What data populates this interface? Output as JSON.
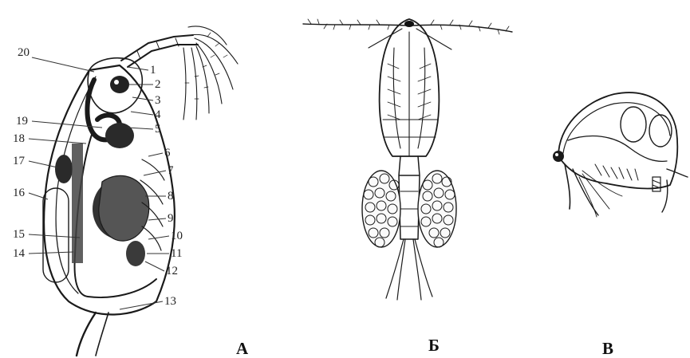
{
  "figure": {
    "panels": [
      {
        "id": "panel-a",
        "letter": "А",
        "callouts": [
          "1",
          "2",
          "3",
          "4",
          "5",
          "6",
          "7",
          "8",
          "9",
          "10",
          "11",
          "12",
          "13",
          "14",
          "15",
          "16",
          "17",
          "18",
          "19",
          "20"
        ]
      },
      {
        "id": "panel-b",
        "letter": "Б"
      },
      {
        "id": "panel-c",
        "letter": "В"
      }
    ]
  }
}
